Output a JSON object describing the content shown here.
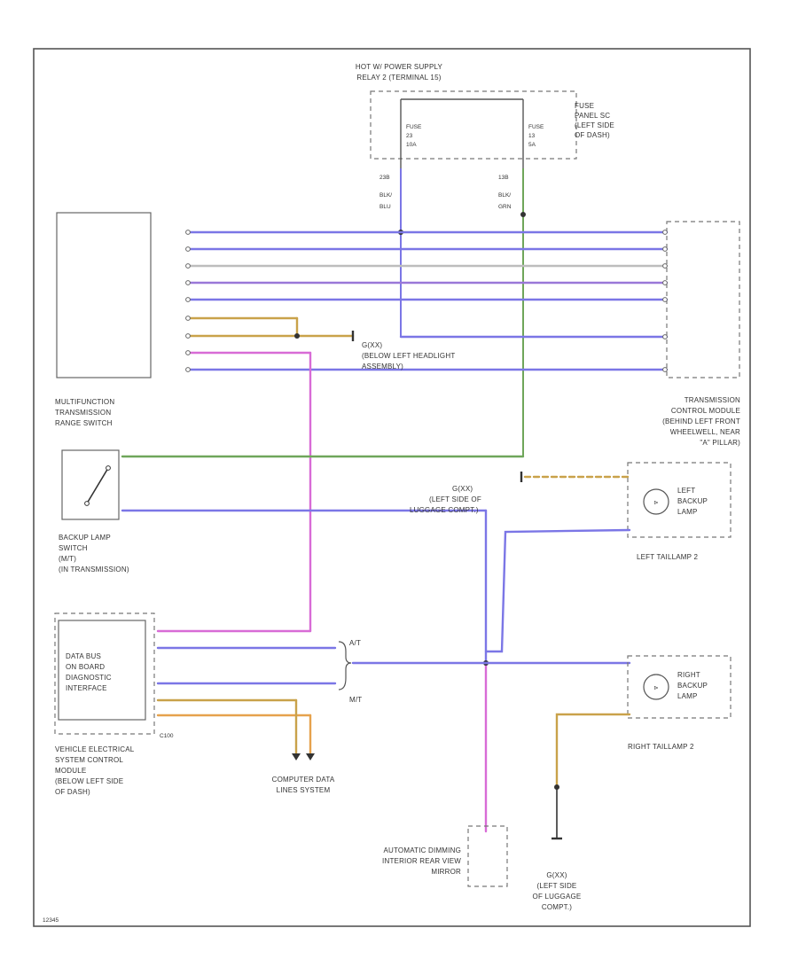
{
  "colors": {
    "blue": "#7b76e6",
    "violet": "#9a78d8",
    "grey": "#bdbdbd",
    "brown": "#c9a24a",
    "orange": "#e6a24d",
    "green": "#6fa65a",
    "pink": "#d86bd6",
    "black": "#333333"
  },
  "components": {
    "power_supply": "HOT W/ POWER SUPPLY RELAY 2 (TERMINAL 15)",
    "fuse_panel": "FUSE PANEL SC (LEFT SIDE OF DASH)",
    "mfr_switch": "MULTIFUNCTION TRANSMISSION RANGE SWITCH",
    "tcm": "TRANSMISSION CONTROL MODULE (BEHIND LEFT FRONT WHEELWELL, NEAR \"A\" PILLAR)",
    "backup_switch": "BACKUP LAMP SWITCH (M/T) (IN TRANSMISSION)",
    "left_backup_lamp": "LEFT BACKUP LAMP",
    "left_taillamp": "LEFT TAILLAMP 2",
    "right_backup_lamp": "RIGHT BACKUP LAMP",
    "right_taillamp": "RIGHT TAILLAMP 2",
    "data_bus": "DATA BUS ON BOARD DIAGNOSTIC INTERFACE",
    "vesc": "VEHICLE ELECTRICAL SYSTEM CONTROL MODULE (BELOW LEFT SIDE OF DASH)",
    "computer_data": "COMPUTER DATA LINES SYSTEM",
    "mirror": "AUTOMATIC DIMMING INTERIOR REAR VIEW MIRROR",
    "ground_left_headlight": "G(XX) (BELOW LEFT HEADLIGHT ASSEMBLY)",
    "ground_luggage_top": "G(XX) (LEFT SIDE OF LUGGAGE COMPT.)",
    "ground_luggage_bottom": "G(XX) (LEFT SIDE OF LUGGAGE COMPT.)"
  },
  "labels": {
    "at": "A/T",
    "mt": "M/T",
    "fuse_left": "FUSE 23 10A",
    "fuse_right": "FUSE 13 5A",
    "conn_c100": "C100",
    "footer": "12345"
  }
}
